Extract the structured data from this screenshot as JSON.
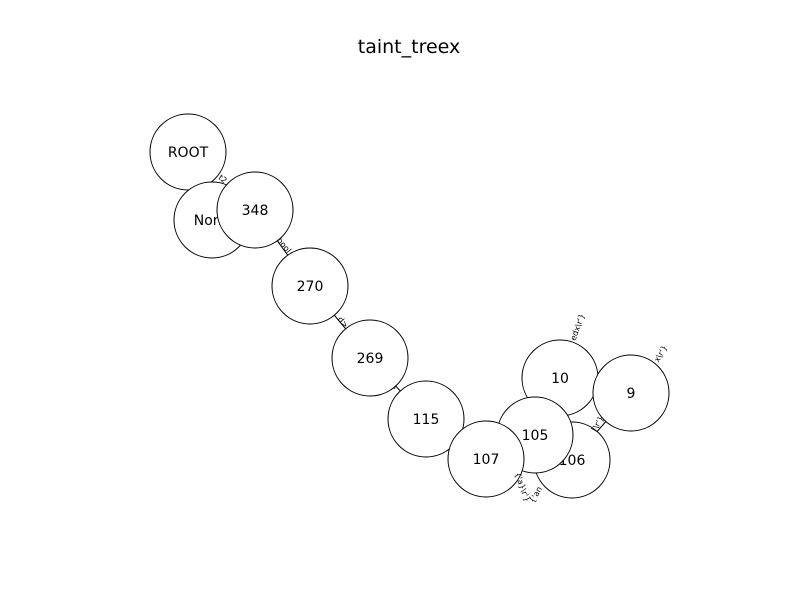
{
  "title": "taint_treex",
  "colors": {
    "background": "#ffffff",
    "stroke": "#000000",
    "text": "#000000"
  },
  "nodes": [
    {
      "id": "ROOT",
      "label": "ROOT"
    },
    {
      "id": "None",
      "label": "None"
    },
    {
      "id": "348",
      "label": "348"
    },
    {
      "id": "270",
      "label": "270"
    },
    {
      "id": "269",
      "label": "269"
    },
    {
      "id": "115",
      "label": "115"
    },
    {
      "id": "10",
      "label": "10"
    },
    {
      "id": "9",
      "label": "9"
    },
    {
      "id": "106",
      "label": "106"
    },
    {
      "id": "105",
      "label": "105"
    },
    {
      "id": "107",
      "label": "107"
    }
  ],
  "edges": [
    {
      "from": "ROOT",
      "to": "None",
      "label": "t2"
    },
    {
      "from": "None",
      "to": "348",
      "label": ""
    },
    {
      "from": "348",
      "to": "270",
      "label": "bool"
    },
    {
      "from": "270",
      "to": "269",
      "label": "d>"
    },
    {
      "from": "269",
      "to": "115",
      "label": "r'"
    },
    {
      "from": "115",
      "to": "107",
      "label": ""
    },
    {
      "from": "107",
      "to": "105",
      "label": ""
    },
    {
      "from": "105",
      "to": "106",
      "label": ""
    },
    {
      "from": "105",
      "to": "10",
      "label": ""
    },
    {
      "from": "106",
      "to": "9",
      "label": ""
    }
  ],
  "floating_labels": [
    {
      "id": "lbl-10",
      "text": "edx\\r'}"
    },
    {
      "id": "lbl-9",
      "text": "x\\r'}"
    },
    {
      "id": "lbl-105",
      "text": "[\\r'}"
    },
    {
      "id": "lbl-107",
      "text": "{'a}\\r'}"
    },
    {
      "id": "lbl-106",
      "text": "{'an"
    }
  ]
}
